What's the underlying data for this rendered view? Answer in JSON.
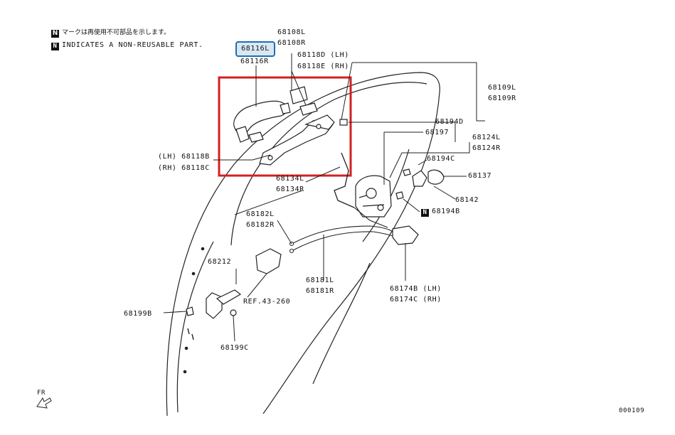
{
  "notes": {
    "jp": "マークは再使用不可部品を示します。",
    "en": "INDICATES A NON-REUSABLE PART.",
    "n_symbol": "N"
  },
  "labels": {
    "p68108L": "68108L",
    "p68108R": "68108R",
    "p68116L": "68116L",
    "p68116R": "68116R",
    "p68118D": "68118D (LH)",
    "p68118E": "68118E (RH)",
    "p68109L": "68109L",
    "p68109R": "68109R",
    "p68194D": "68194D",
    "p68197": "68197",
    "p68124L": "68124L",
    "p68124R": "68124R",
    "p68194C": "68194C",
    "p68137": "68137",
    "p68142": "68142",
    "p68194B": "68194B",
    "p68118B": "(LH) 68118B",
    "p68118C": "(RH) 68118C",
    "p68134L": "68134L",
    "p68134R": "68134R",
    "p68182L": "68182L",
    "p68182R": "68182R",
    "p68212": "68212",
    "p68181L": "68181L",
    "p68181R": "68181R",
    "p68174B": "68174B (LH)",
    "p68174C": "68174C (RH)",
    "ref": "REF.43-260",
    "p68199B": "68199B",
    "p68199C": "68199C",
    "fr": "FR",
    "code": "000109"
  },
  "colors": {
    "highlight_box": "#d32020",
    "selected_part": "#1f6fb2"
  }
}
